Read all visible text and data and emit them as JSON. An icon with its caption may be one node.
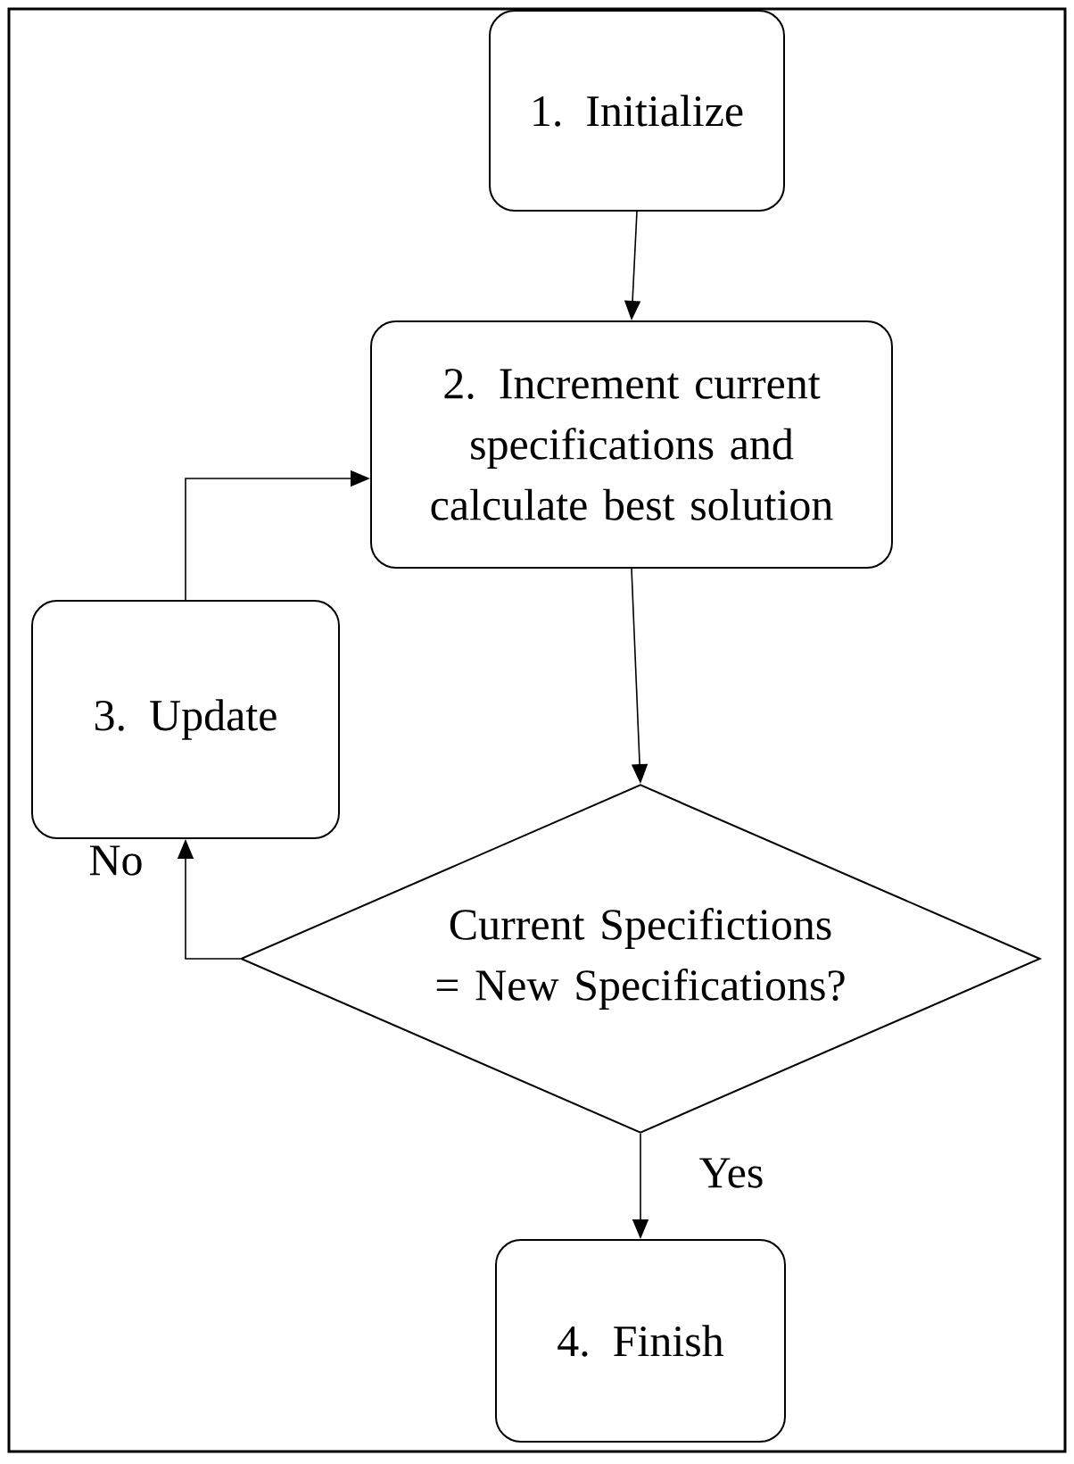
{
  "diagram": {
    "nodes": [
      {
        "text": [
          "1. Initialize"
        ]
      },
      {
        "text": [
          "2. Increment current specifications and calculate best solution"
        ]
      },
      {
        "text": [
          "3. Update"
        ]
      },
      {
        "text": [
          "Current Specifictions = New Specifications?"
        ]
      },
      {
        "text": [
          "4. Finish"
        ]
      }
    ],
    "edges": [
      {
        "from": 0,
        "to": 1,
        "arrow": "to"
      },
      {
        "from": 1,
        "to": 3,
        "arrow": "to"
      },
      {
        "from": 3,
        "to": 2,
        "arrow": "to",
        "label": "No"
      },
      {
        "from": 2,
        "to": 1,
        "arrow": "to"
      },
      {
        "from": 3,
        "to": 4,
        "arrow": "to",
        "label": "Yes"
      }
    ]
  }
}
